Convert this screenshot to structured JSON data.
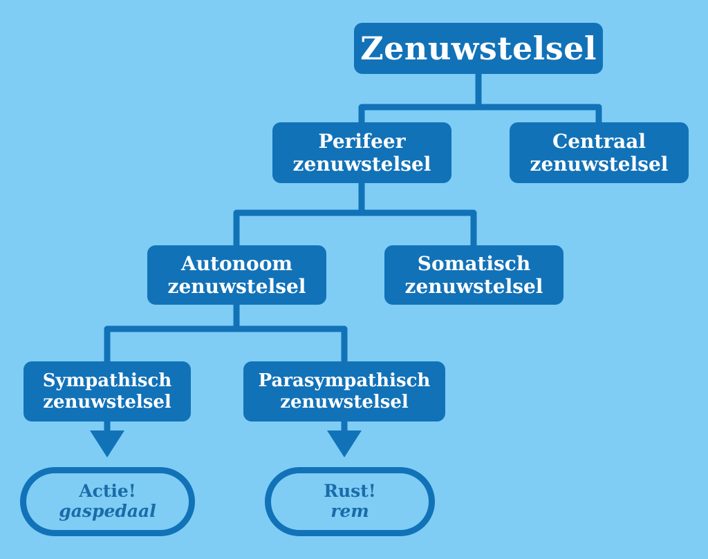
{
  "diagram": {
    "title": "Zenuwstelsel",
    "type": "hierarchy-tree",
    "colors": {
      "background": "#7fcdf5",
      "node_fill": "#1272b8",
      "node_text": "#ffffff",
      "edge": "#1272b8",
      "pill_border": "#1272b8",
      "pill_text": "#1a6ba8"
    },
    "nodes": {
      "root": {
        "line1": "Zenuwstelsel"
      },
      "perifeer": {
        "line1": "Perifeer",
        "line2": "zenuwstelsel"
      },
      "centraal": {
        "line1": "Centraal",
        "line2": "zenuwstelsel"
      },
      "autonoom": {
        "line1": "Autonoom",
        "line2": "zenuwstelsel"
      },
      "somatisch": {
        "line1": "Somatisch",
        "line2": "zenuwstelsel"
      },
      "sympathisch": {
        "line1": "Sympathisch",
        "line2": "zenuwstelsel"
      },
      "parasympathisch": {
        "line1": "Parasympathisch",
        "line2": "zenuwstelsel"
      }
    },
    "outcomes": {
      "actie": {
        "line1": "Actie!",
        "line2": "gaspedaal"
      },
      "rust": {
        "line1": "Rust!",
        "line2": "rem"
      }
    },
    "edges": [
      {
        "from": "root",
        "to": "perifeer"
      },
      {
        "from": "root",
        "to": "centraal"
      },
      {
        "from": "perifeer",
        "to": "autonoom"
      },
      {
        "from": "perifeer",
        "to": "somatisch"
      },
      {
        "from": "autonoom",
        "to": "sympathisch"
      },
      {
        "from": "autonoom",
        "to": "parasympathisch"
      },
      {
        "from": "sympathisch",
        "to": "actie",
        "arrow": true
      },
      {
        "from": "parasympathisch",
        "to": "rust",
        "arrow": true
      }
    ]
  }
}
